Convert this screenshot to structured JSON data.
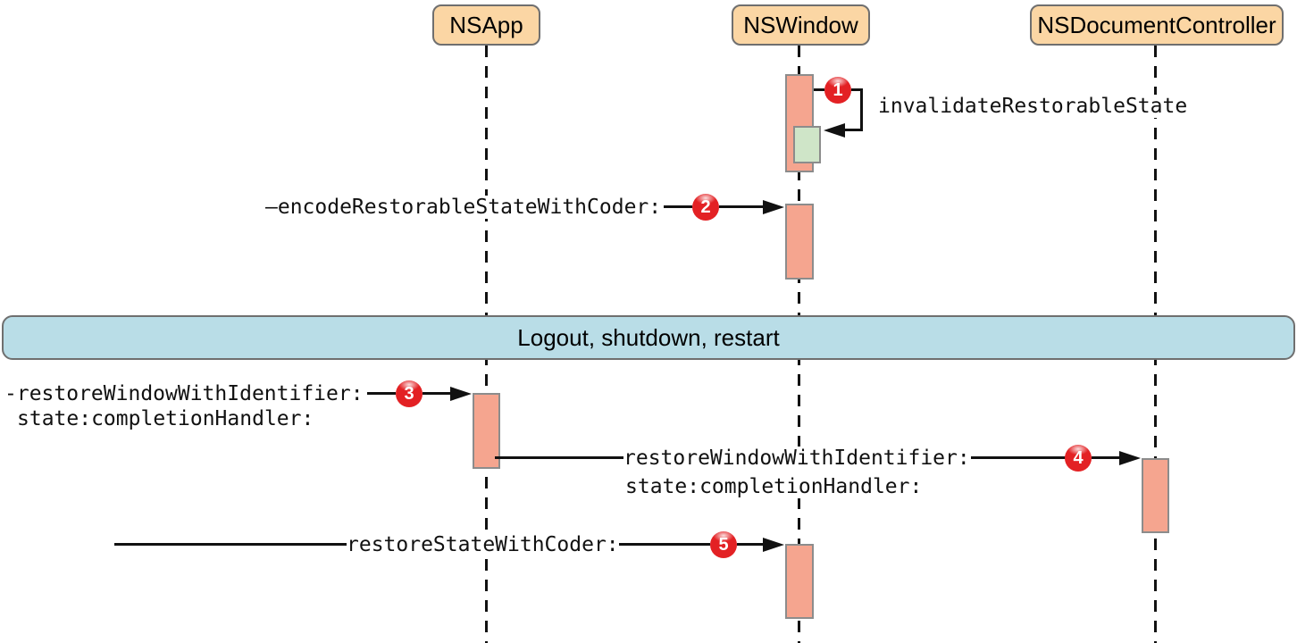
{
  "diagram": {
    "actors": [
      {
        "label": "NSApp"
      },
      {
        "label": "NSWindow"
      },
      {
        "label": "NSDocumentController"
      }
    ],
    "band": {
      "label": "Logout, shutdown, restart"
    },
    "steps": [
      {
        "num": "1",
        "label": "invalidateRestorableState"
      },
      {
        "num": "2",
        "label": "—encodeRestorableStateWithCoder:"
      },
      {
        "num": "3",
        "label": "-restoreWindowWithIdentifier:",
        "label2": "state:completionHandler:"
      },
      {
        "num": "4",
        "label": "restoreWindowWithIdentifier:",
        "label2": "state:completionHandler:"
      },
      {
        "num": "5",
        "label": "restoreStateWithCoder:"
      }
    ],
    "colors": {
      "actor_fill": "#fbd6a4",
      "activation_fill": "#f5a58f",
      "nested_fill": "#cfe5c8",
      "band_fill": "#b9dde7",
      "badge_fill": "#e32124",
      "border_color": "#6f6f6f"
    }
  }
}
